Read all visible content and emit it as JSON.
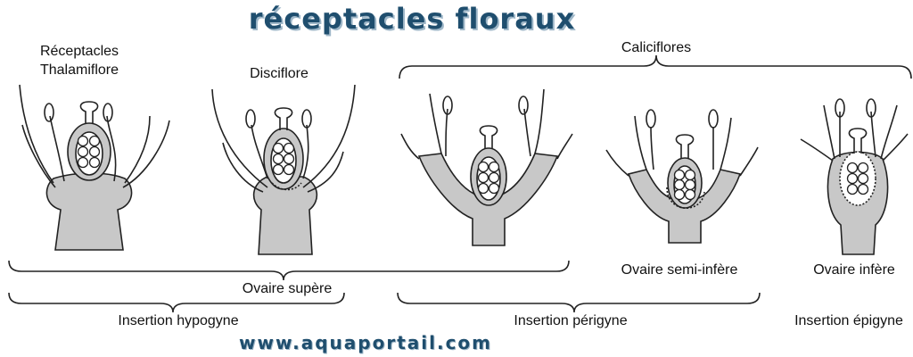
{
  "title": "réceptacles floraux",
  "website": "www.aquaportail.com",
  "flowers": {
    "thalamiflore": {
      "label_line1": "Réceptacles",
      "label_line2": "Thalamiflore"
    },
    "disciflore": {
      "label": "Disciflore"
    },
    "caliciflores": {
      "label": "Caliciflores"
    }
  },
  "ovary": {
    "supere": "Ovaire supère",
    "semi_infere": "Ovaire semi-infère",
    "infere": "Ovaire infère"
  },
  "insertion": {
    "hypogyne": "Insertion hypogyne",
    "perigyne": "Insertion périgyne",
    "epigyne": "Insertion épigyne"
  },
  "colors": {
    "title": "#1f4e6e",
    "receptacle": "#c8c8c8",
    "line": "#222222"
  }
}
